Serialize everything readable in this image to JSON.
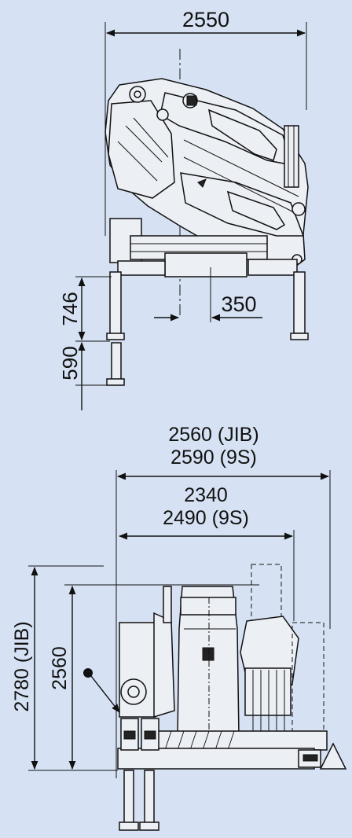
{
  "top_view": {
    "overall_width": "2550",
    "offset": "350",
    "height_upper": "746",
    "height_lower": "590"
  },
  "bottom_view": {
    "width_jib": "2560 (JIB)",
    "width_9s_a": "2590 (9S)",
    "width_b": "2340",
    "width_9s_b": "2490 (9S)",
    "height_jib": "2780 (JIB)",
    "height": "2560"
  },
  "colors": {
    "background": "#d6e2f3",
    "ink": "#111111",
    "fill": "#eceff4"
  }
}
